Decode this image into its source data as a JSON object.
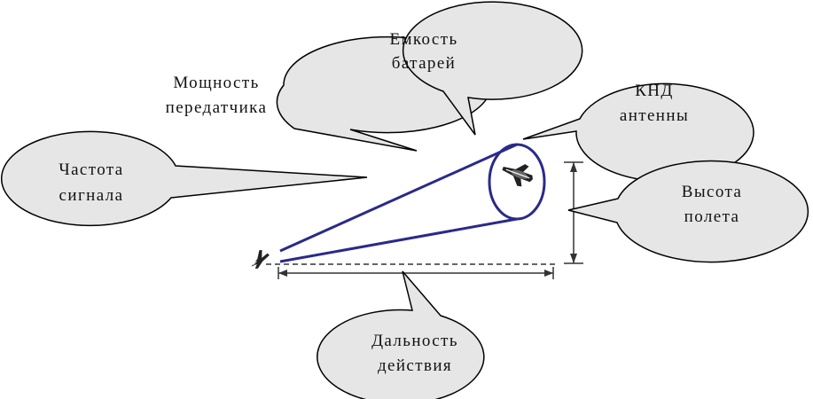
{
  "colors": {
    "bubble_fill": "#e6e6e6",
    "bubble_stroke": "#000000",
    "beam": "#2a2a8a",
    "dimension": "#333333",
    "text": "#111111"
  },
  "icons": {
    "ground_station": "aircraft-icon",
    "target": "aircraft-icon"
  },
  "callouts": {
    "battery": {
      "line1": "Емкость",
      "line2": "батарей"
    },
    "transmitter_power": {
      "line1": "Мощность",
      "line2": "передатчика"
    },
    "antenna_gain": {
      "line1": "КНД",
      "line2": "антенны"
    },
    "signal_frequency": {
      "line1": "Частота",
      "line2": "сигнала"
    },
    "flight_altitude": {
      "line1": "Высота",
      "line2": "полета"
    },
    "range": {
      "line1": "Дальность",
      "line2": "действия"
    }
  }
}
